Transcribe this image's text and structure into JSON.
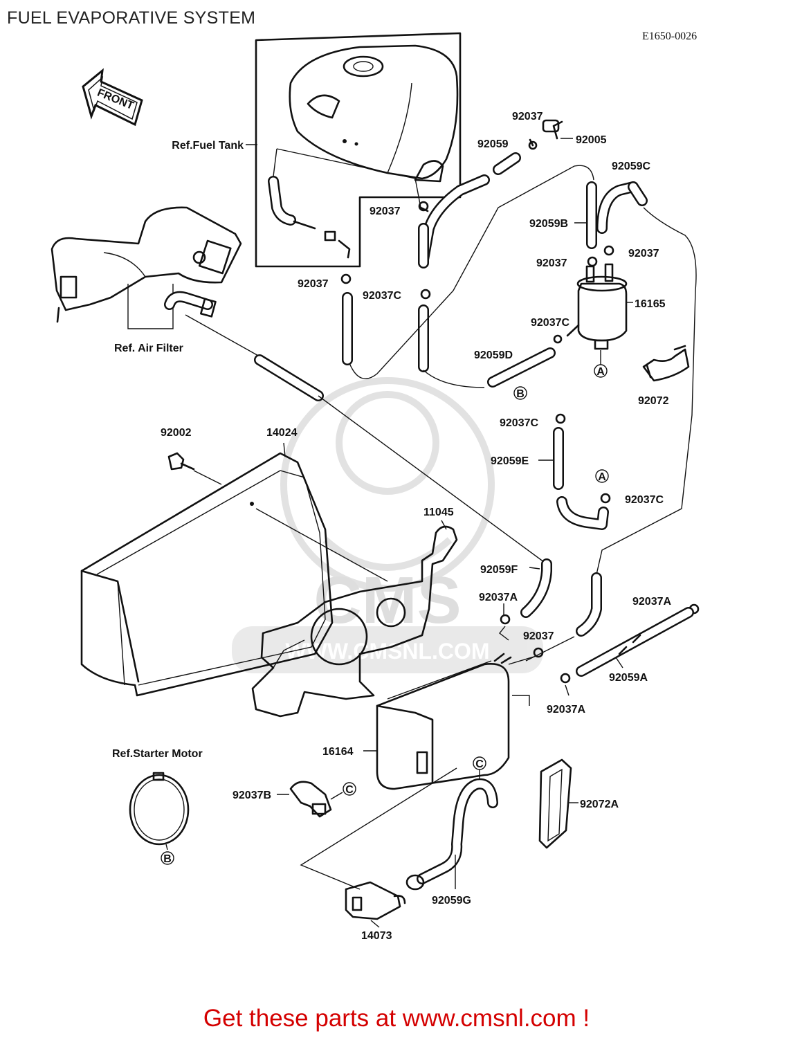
{
  "title": "FUEL EVAPORATIVE SYSTEM",
  "diagram_code": "E1650-0026",
  "front_arrow": "FRONT",
  "refs": {
    "fuel_tank": "Ref.Fuel Tank",
    "air_filter": "Ref. Air Filter",
    "starter_motor": "Ref.Starter Motor"
  },
  "parts": {
    "p92037_top": "92037",
    "p92005": "92005",
    "p92059": "92059",
    "p92059C": "92059C",
    "p92037_tank": "92037",
    "p92059B": "92059B",
    "p92037_r1": "92037",
    "p92037_r2": "92037",
    "p92037_left": "92037",
    "p92037C_mid": "92037C",
    "p16165": "16165",
    "p92037C_r": "92037C",
    "p92059D": "92059D",
    "p92072": "92072",
    "p92002": "92002",
    "p14024": "14024",
    "p92037C_e": "92037C",
    "p92059E": "92059E",
    "p92037C_a": "92037C",
    "p11045": "11045",
    "p92059F": "92059F",
    "p92037A_1": "92037A",
    "p92037A_2": "92037A",
    "p92037_low": "92037",
    "p92059A": "92059A",
    "p92037A_3": "92037A",
    "p16164": "16164",
    "p92037B": "92037B",
    "p92072A": "92072A",
    "p92059G": "92059G",
    "p14073": "14073"
  },
  "callouts": {
    "a": "A",
    "b": "B",
    "c": "C"
  },
  "watermark": "WWW.CMSNL.COM",
  "footer": "Get these parts at www.cmsnl.com !"
}
